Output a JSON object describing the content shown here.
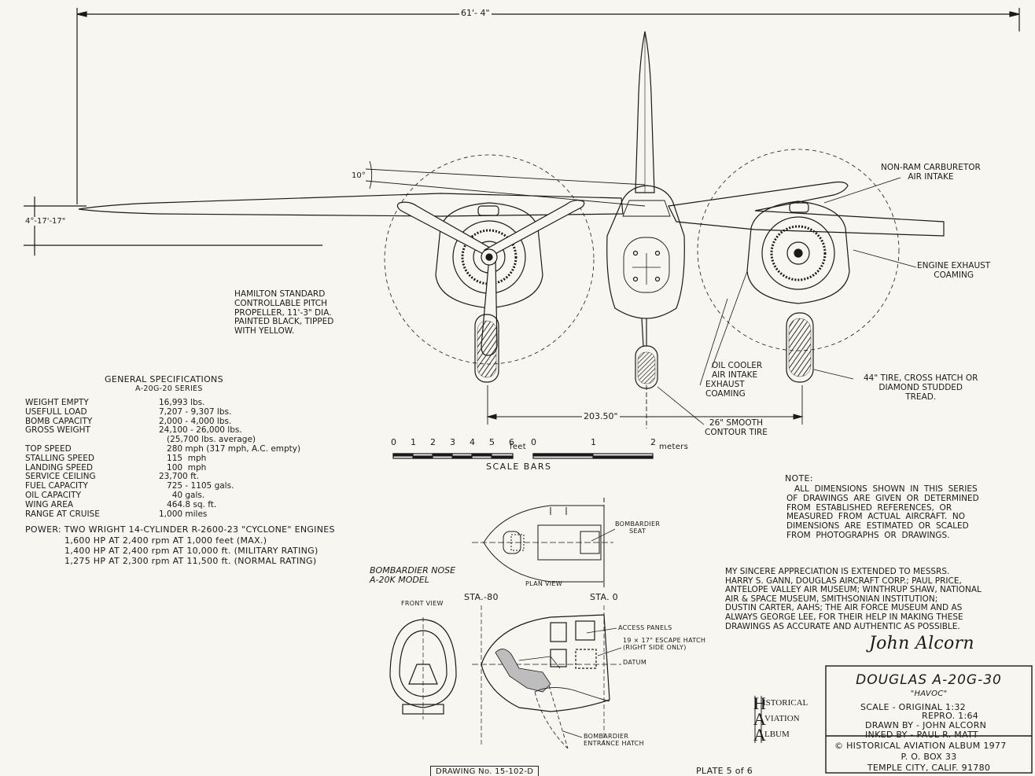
{
  "dimensions": {
    "span": "61'- 4\"",
    "dihedral_angle": "10°",
    "height_left": "4°-17'-17\"",
    "wheel_track": "203.50\""
  },
  "callouts": {
    "propeller": "HAMILTON STANDARD\nCONTROLLABLE PITCH\nPROPELLER, 11'-3\" DIA.\nPAINTED BLACK, TIPPED\nWITH YELLOW.",
    "carb_intake": "NON-RAM CARBURETOR\nAIR INTAKE",
    "exhaust_coaming_right": "ENGINE EXHAUST\nCOAMING",
    "oil_cooler": "OIL COOLER\nAIR INTAKE",
    "exhaust_coaming_left": "EXHAUST\nCOAMING",
    "tire_44": "44\" TIRE, CROSS HATCH OR\nDIAMOND STUDDED\nTREAD.",
    "tire_26": "26\" SMOOTH\nCONTOUR TIRE"
  },
  "scale_bars": {
    "feet_ticks": [
      "0",
      "1",
      "2",
      "3",
      "4",
      "5",
      "6"
    ],
    "feet_unit": "feet",
    "meter_ticks": [
      "0",
      "1",
      "2"
    ],
    "meter_unit": "meters",
    "label": "SCALE BARS"
  },
  "specs": {
    "title": "GENERAL SPECIFICATIONS",
    "subtitle": "A-20G-20 SERIES",
    "rows": [
      {
        "label": "WEIGHT EMPTY",
        "value": "16,993 lbs."
      },
      {
        "label": "USEFULL LOAD",
        "value": "7,207 - 9,307 lbs."
      },
      {
        "label": "BOMB CAPACITY",
        "value": "2,000 - 4,000 lbs."
      },
      {
        "label": "GROSS WEIGHT",
        "value": "24,100 - 26,000 lbs."
      },
      {
        "label": "",
        "value": "   (25,700 lbs. average)"
      },
      {
        "label": "TOP SPEED",
        "value": "   280 mph (317 mph, A.C. empty)"
      },
      {
        "label": "STALLING SPEED",
        "value": "   115  mph"
      },
      {
        "label": "LANDING SPEED",
        "value": "   100  mph"
      },
      {
        "label": "SERVICE CEILING",
        "value": "23,700 ft."
      },
      {
        "label": "FUEL CAPACITY",
        "value": "   725 - 1105 gals."
      },
      {
        "label": "OIL CAPACITY",
        "value": "     40 gals."
      },
      {
        "label": "WING AREA",
        "value": "   464.8 sq. ft."
      },
      {
        "label": "RANGE AT CRUISE",
        "value": "1,000 miles"
      }
    ],
    "power_head": "POWER:  TWO WRIGHT  14-CYLINDER  R-2600-23 \"CYCLONE\" ENGINES",
    "power_lines": [
      "1,600 HP AT  2,400 rpm  AT 1,000 feet  (MAX.)",
      "1,400 HP AT  2,400 rpm  AT 10,000 ft.  (MILITARY RATING)",
      "1,275 HP AT  2,300 rpm  AT 11,500 ft.  (NORMAL RATING)"
    ]
  },
  "nose": {
    "title": "BOMBARDIER NOSE\nA-20K MODEL",
    "plan_view": "PLAN VIEW",
    "front_view": "FRONT VIEW",
    "sta_80": "STA.-80",
    "sta_0": "STA. 0",
    "bombardier_seat": "BOMBARDIER\nSEAT",
    "access_panels": "ACCESS PANELS",
    "escape_hatch": "19 × 17\" ESCAPE HATCH\n(RIGHT SIDE ONLY)",
    "datum": "DATUM",
    "entrance_hatch": "BOMBARDIER\nENTRANCE HATCH"
  },
  "note": {
    "head": "NOTE:",
    "body": "   ALL  DIMENSIONS  SHOWN  IN  THIS  SERIES\nOF  DRAWINGS  ARE  GIVEN  OR  DETERMINED\nFROM  ESTABLISHED  REFERENCES,  OR\nMEASURED  FROM  ACTUAL  AIRCRAFT.  NO\nDIMENSIONS  ARE  ESTIMATED  OR  SCALED\nFROM  PHOTOGRAPHS  OR  DRAWINGS."
  },
  "appreciation": "MY SINCERE APPRECIATION IS EXTENDED TO MESSRS.\nHARRY S. GANN, DOUGLAS AIRCRAFT CORP.; PAUL PRICE,\nANTELOPE VALLEY AIR MUSEUM; WINTHRUP SHAW, NATIONAL\nAIR & SPACE MUSEUM, SMITHSONIAN INSTITUTION;\nDUSTIN CARTER, AAHS; THE AIR FORCE MUSEUM AND AS\nALWAYS GEORGE LEE, FOR THEIR HELP IN MAKING THESE\nDRAWINGS AS ACCURATE AND AUTHENTIC AS POSSIBLE.",
  "signature": "John Alcorn",
  "logo": {
    "lines": [
      "ISTORICAL",
      "VIATION",
      "LBUM"
    ],
    "initials": [
      "H",
      "A",
      "A"
    ]
  },
  "title_block": {
    "aircraft": "DOUGLAS A-20G-30",
    "name": "\"HAVOC\"",
    "scale_original": "SCALE - ORIGINAL   1:32",
    "scale_repro": "REPRO.    1:64",
    "drawn_by": "DRAWN BY - JOHN ALCORN",
    "inked_by": "INKED BY - PAUL R. MATT",
    "copyright": "© HISTORICAL AVIATION ALBUM 1977",
    "po_box": "P. O. BOX 33",
    "city": "TEMPLE CITY, CALIF. 91780"
  },
  "drawing_number": "DRAWING  No.  15-102-D",
  "plate": "PLATE 5 of 6"
}
